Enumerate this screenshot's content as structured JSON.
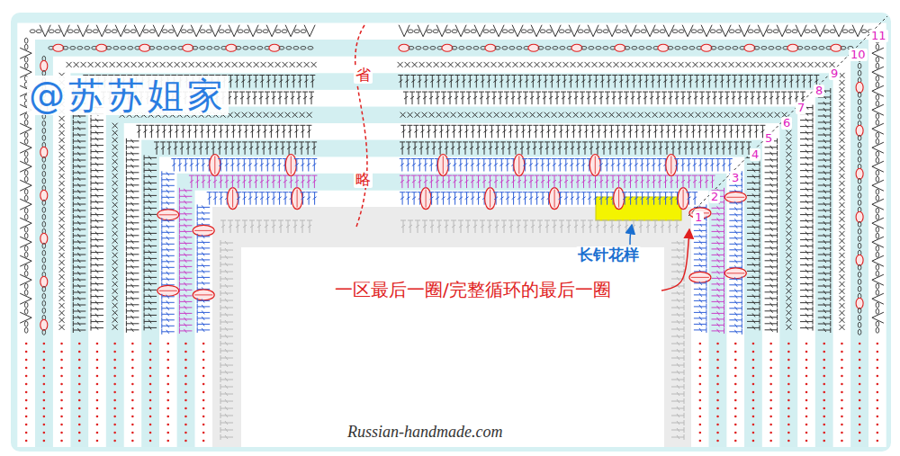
{
  "diagram": {
    "labels": [
      "@苏苏姐家",
      "省",
      "略",
      "11",
      "10",
      "9",
      "8",
      "7",
      "6",
      "5",
      "4",
      "3",
      "2",
      "1",
      "长针花样",
      "一区最后一圈/完整循环的最后一圈",
      "Russian-handmade.com"
    ]
  }
}
